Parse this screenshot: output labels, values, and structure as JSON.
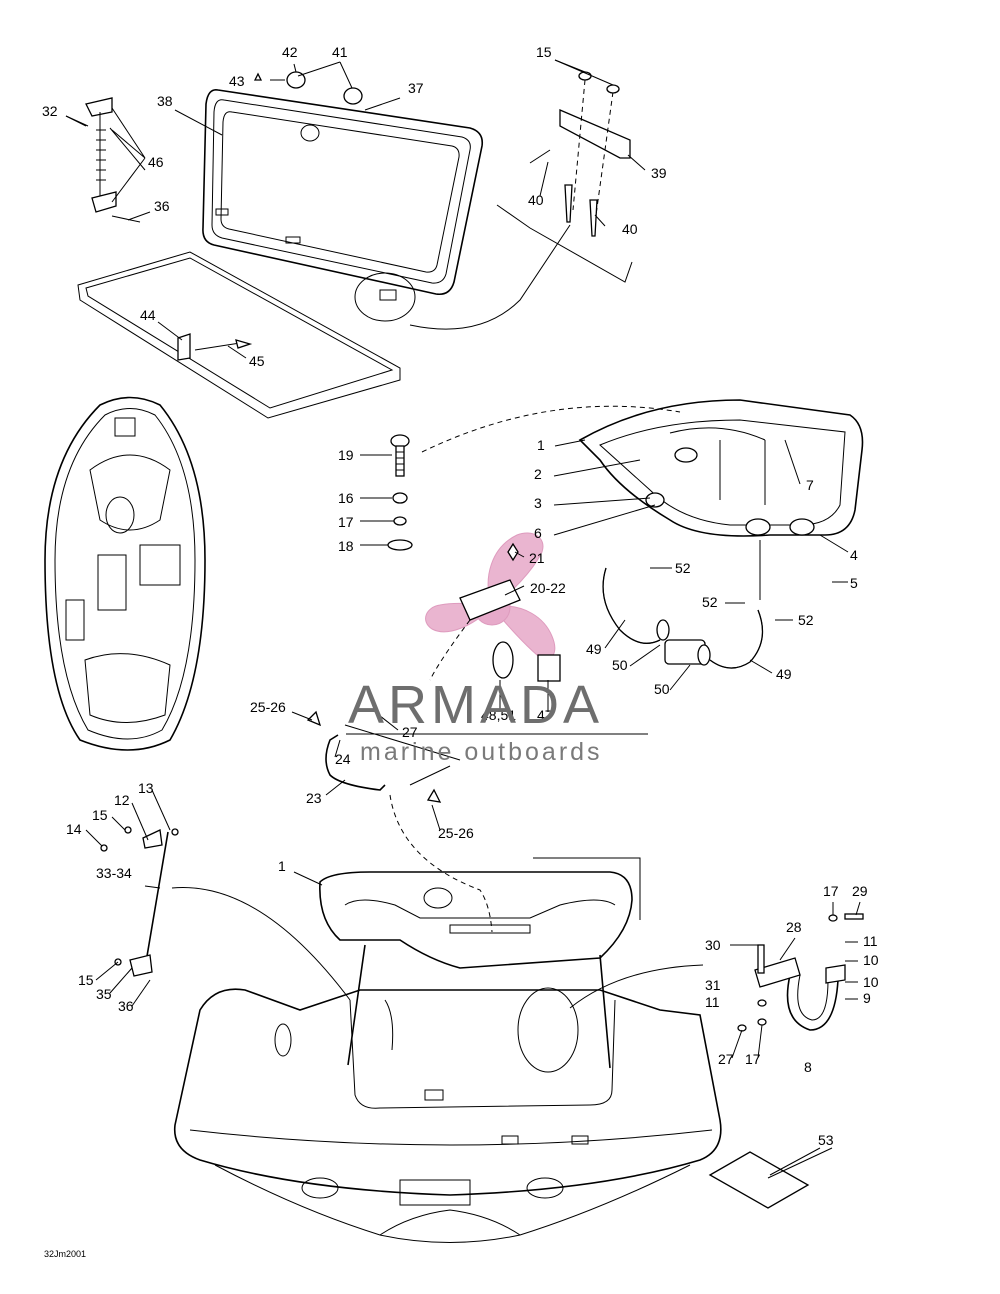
{
  "drawing_code": "32Jm2001",
  "watermark": {
    "brand": "ARMADA",
    "tagline": "marine outboards"
  },
  "callouts": [
    "42",
    "41",
    "43",
    "37",
    "38",
    "15",
    "39",
    "32",
    "46",
    "36",
    "40",
    "40",
    "44",
    "45",
    "19",
    "16",
    "17",
    "18",
    "1",
    "2",
    "3",
    "6",
    "7",
    "4",
    "5",
    "21",
    "20-22",
    "52",
    "52",
    "52",
    "49",
    "50",
    "50",
    "49",
    "48,51",
    "47",
    "25-26",
    "27",
    "24",
    "23",
    "25-26",
    "13",
    "12",
    "15",
    "14",
    "33-34",
    "15",
    "35",
    "36",
    "1",
    "17",
    "29",
    "28",
    "30",
    "11",
    "10",
    "31",
    "10",
    "11",
    "9",
    "27",
    "17",
    "8",
    "53"
  ]
}
